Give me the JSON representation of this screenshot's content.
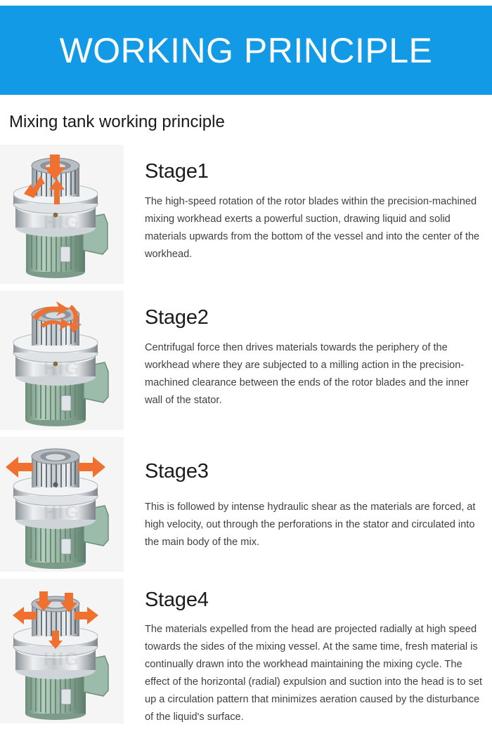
{
  "banner": {
    "title": "WORKING PRINCIPLE",
    "background_color": "#129ae7",
    "text_color": "#ffffff"
  },
  "section": {
    "heading": "Mixing tank working principle"
  },
  "palette": {
    "accent_blue": "#129ae7",
    "arrow_orange": "#f0702f",
    "arrow_orange_dark": "#e05a18",
    "motor_green": "#9fbcaa",
    "motor_green_dark": "#6f907c",
    "steel_light": "#e8eaec",
    "steel_mid": "#b9bfc4",
    "steel_dark": "#6e757b",
    "thumb_bg": "#f5f5f5",
    "body_text": "#404040",
    "title_text": "#1c1c1c"
  },
  "stages": [
    {
      "id": "stage-1",
      "title": "Stage1",
      "body": "The high-speed rotation of the rotor blades within the precision-machined mixing workhead exerts a powerful suction, drawing liquid and solid materials upwards from the bottom of the vessel and into the center of the workhead.",
      "image": {
        "alt": "high-shear mixer workhead with downward suction arrows",
        "arrow_kind": "downward-suction",
        "watermark": "HIG"
      }
    },
    {
      "id": "stage-2",
      "title": "Stage2",
      "body": "Centrifugal force then drives materials towards the periphery of the workhead where they are subjected to a milling action in the precision-machined clearance between the ends of the rotor blades and the inner wall of the stator.",
      "image": {
        "alt": "high-shear mixer workhead with swirling centrifugal arrows",
        "arrow_kind": "swirl-centrifugal",
        "watermark": "HIG"
      }
    },
    {
      "id": "stage-3",
      "title": "Stage3",
      "body": "This is followed by intense hydraulic shear as the materials are forced, at high velocity, out through the perforations in the stator and circulated into the main body of the mix.",
      "image": {
        "alt": "high-shear mixer workhead with large horizontal outward arrows",
        "arrow_kind": "horizontal-outward",
        "watermark": "HIG"
      }
    },
    {
      "id": "stage-4",
      "title": "Stage4",
      "body": "The materials expelled from the head are projected radially at high speed towards the sides of the mixing vessel. At the same time, fresh material is continually drawn into the workhead maintaining the mixing cycle. The effect of the horizontal (radial) expulsion and suction into the head is to set up a circulation pattern that minimizes aeration caused by the disturbance of the liquid's surface.",
      "image": {
        "alt": "high-shear mixer workhead with radial outward and downward arrows",
        "arrow_kind": "radial-and-down",
        "watermark": "HIG"
      }
    }
  ]
}
